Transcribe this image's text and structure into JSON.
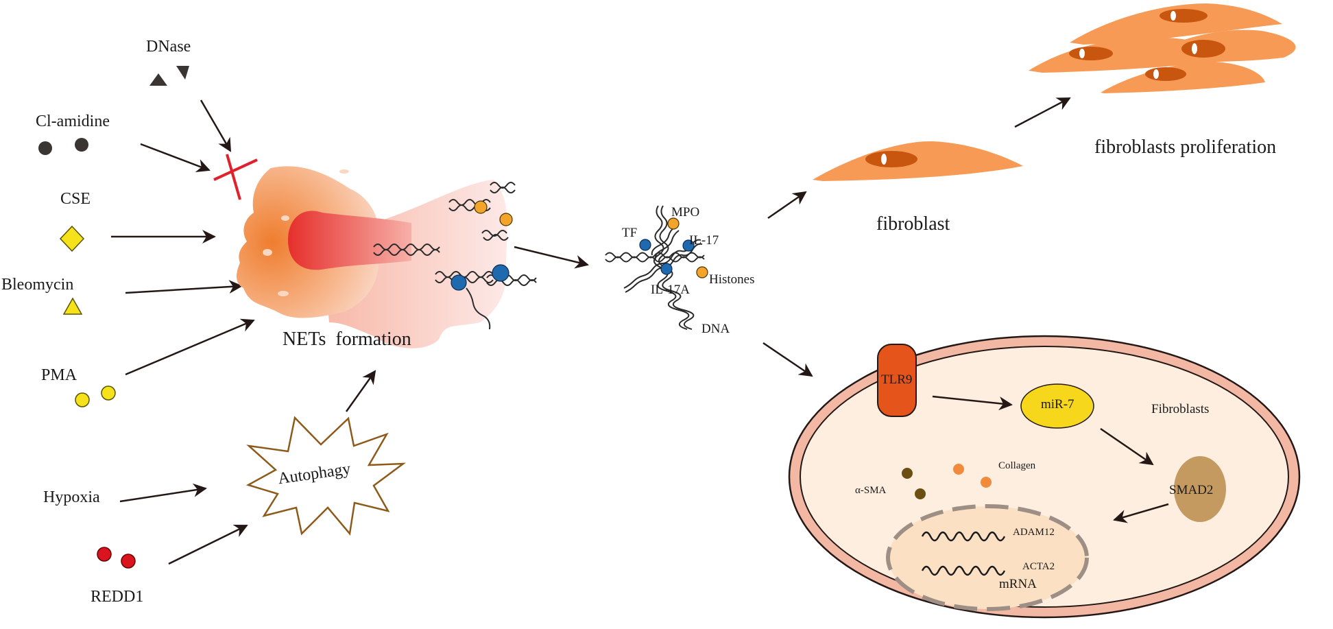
{
  "inducers": {
    "dnase": "DNase",
    "cl_amidine": "Cl-amidine",
    "cse": "CSE",
    "bleomycin": "Bleomycin",
    "pma": "PMA",
    "hypoxia": "Hypoxia",
    "redd1": "REDD1"
  },
  "process": {
    "nets_formation": "NETs  formation",
    "autophagy": "Autophagy"
  },
  "net_components": {
    "tf": "TF",
    "mpo": "MPO",
    "il17": "IL-17",
    "histones": "Histones",
    "il17a": "IL-17A",
    "dna": "DNA"
  },
  "outcomes": {
    "fibroblast": "fibroblast",
    "fibroblasts_proliferation": "fibroblasts proliferation"
  },
  "cell": {
    "fibroblasts": "Fibroblasts",
    "tlr9": "TLR9",
    "mir7": "miR-7",
    "smad2": "SMAD2",
    "collagen": "Collagen",
    "alpha_sma": "α-SMA",
    "adam12": "ADAM12",
    "acta2": "ACTA2",
    "mrna": "mRNA"
  },
  "colors": {
    "dark_marker": "#3a3433",
    "yellow_marker": "#f5e21a",
    "red_marker": "#d8141e",
    "inhibit_cross": "#e0202a",
    "net_body": "#f08a3c",
    "net_core": "#e8383a",
    "fibroblast": "#f79a55",
    "fibroblast_nucleus": "#c8560e",
    "cell_membrane": "#f3b8a3",
    "cell_cytoplasm": "#fdeee0",
    "nucleus_fill": "#fbe0c4",
    "tlr9": "#e5541b",
    "mir7": "#f7d71c",
    "smad2": "#c49a61",
    "autophagy_outline": "#8e5a1a",
    "blue_protein": "#1f6aae",
    "orange_protein": "#f2a52a",
    "arrow": "#231815"
  }
}
